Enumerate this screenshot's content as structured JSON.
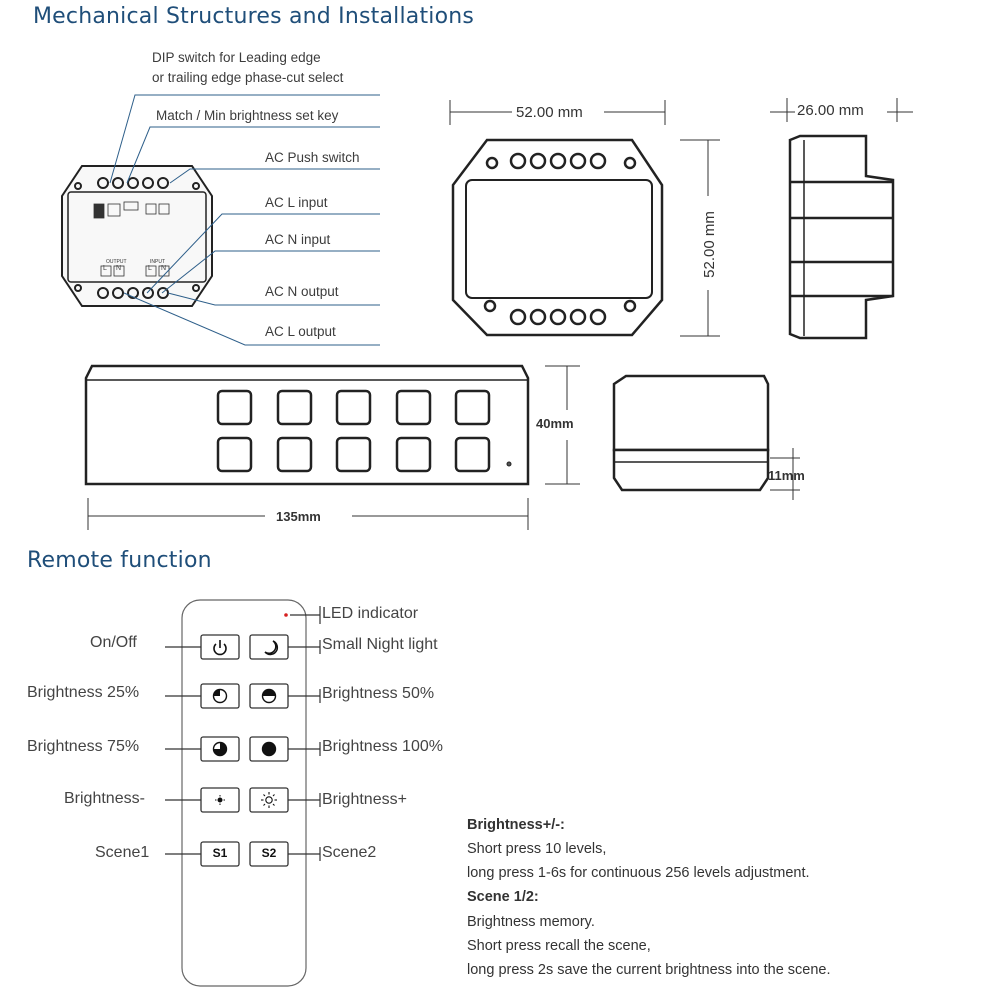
{
  "titles": {
    "mechanical": "Mechanical Structures and Installations",
    "remote": "Remote function"
  },
  "callouts": {
    "dip_line1": "DIP switch for Leading edge",
    "dip_line2": "or trailing edge phase-cut select",
    "match_key": "Match / Min brightness set key",
    "push_switch": "AC Push switch",
    "l_input": "AC L input",
    "n_input": "AC N input",
    "n_output": "AC N output",
    "l_output": "AC L output"
  },
  "dimensions": {
    "width_top": "52.00 mm",
    "height_side": "52.00 mm",
    "depth": "26.00 mm",
    "remote_height": "40mm",
    "remote_width": "135mm",
    "remote_thickness": "11mm"
  },
  "remote_labels": {
    "led": "LED indicator",
    "on_off": "On/Off",
    "night": "Small Night light",
    "b25": "Brightness 25%",
    "b50": "Brightness 50%",
    "b75": "Brightness 75%",
    "b100": "Brightness 100%",
    "bminus": "Brightness-",
    "bplus": "Brightness+",
    "scene1": "Scene1",
    "scene2": "Scene2",
    "btn_s1": "S1",
    "btn_s2": "S2"
  },
  "notes": {
    "bright_head": "Brightness+/-:",
    "bright_l1": "Short press 10 levels,",
    "bright_l2": "long press 1-6s for continuous 256 levels adjustment.",
    "scene_head": "Scene 1/2:",
    "scene_l1": "Brightness memory.",
    "scene_l2": "Short press recall the scene,",
    "scene_l3": "long press 2s save the current brightness into the scene."
  },
  "device_labels": {
    "output": "OUTPUT",
    "input": "INPUT",
    "l": "L",
    "n": "N"
  },
  "colors": {
    "title": "#1f4e79",
    "callout_line": "#2e5f8a",
    "led": "#d62020"
  }
}
